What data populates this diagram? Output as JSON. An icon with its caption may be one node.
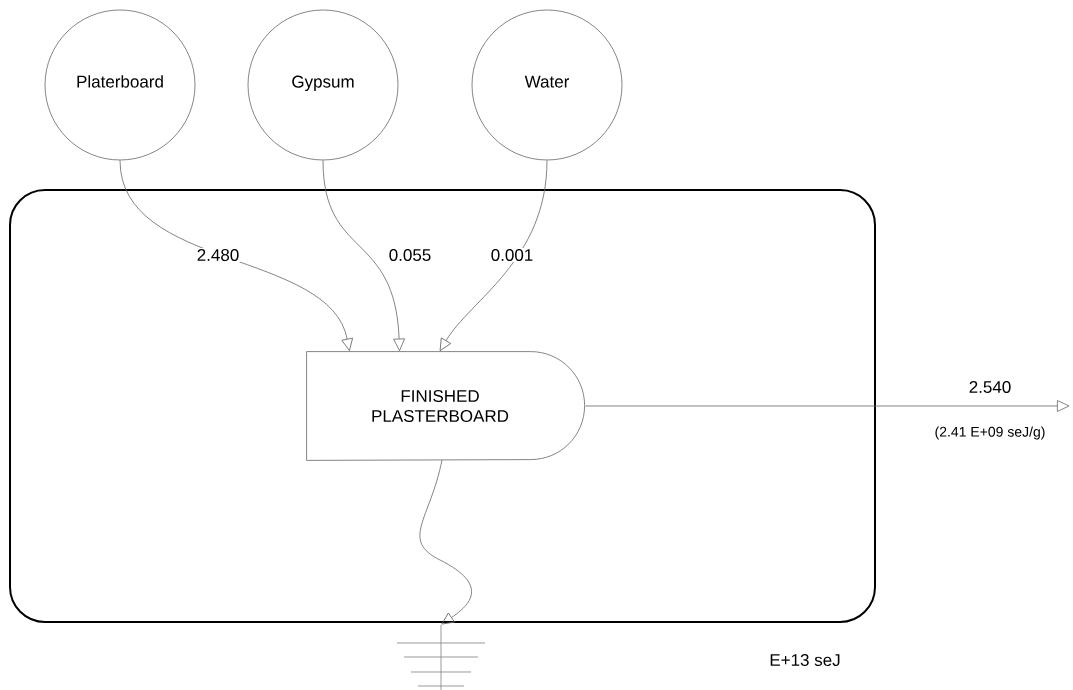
{
  "diagram": {
    "nodes": [
      {
        "text": [],
        "shape": "box"
      },
      {
        "text": [
          "Platerboard"
        ]
      },
      {
        "text": [
          "Gypsum"
        ]
      },
      {
        "text": [
          "Water"
        ]
      },
      {
        "text": [
          "FINISHED PLASTERBOARD"
        ],
        "in": 0
      },
      {
        "text": [],
        "shape": "ground"
      }
    ],
    "edges": [
      {
        "from": 1,
        "to": 4,
        "arrow": "to",
        "label": "2.480"
      },
      {
        "from": 2,
        "to": 4,
        "arrow": "to",
        "label": "0.055"
      },
      {
        "from": 3,
        "to": 4,
        "arrow": "to",
        "label": "0.001"
      },
      {
        "from": 4,
        "to": null,
        "arrow": "to",
        "label": "2.540"
      },
      {
        "from": 4,
        "to": 5,
        "arrow": "to"
      }
    ],
    "labels": [
      "(2.41 E+09 seJ/g)",
      "E+13 seJ"
    ]
  }
}
